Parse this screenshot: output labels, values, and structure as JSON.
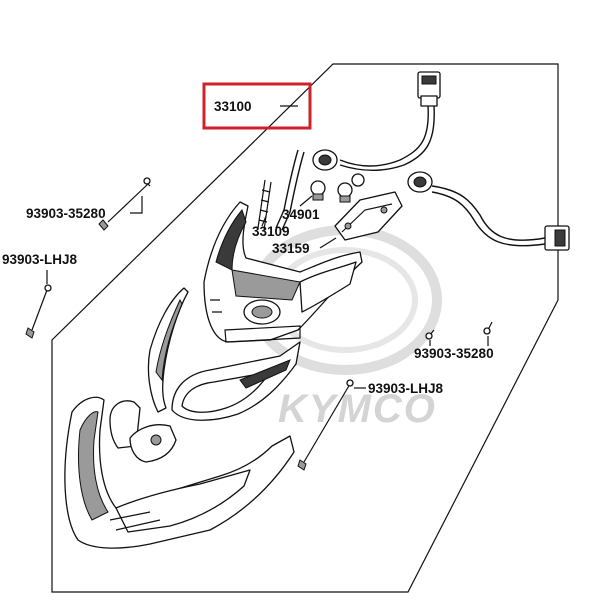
{
  "highlight_color": "#d0202a",
  "watermark": {
    "text": "KYMCO"
  },
  "callouts": [
    {
      "id": "c-33100",
      "number": "33100",
      "highlighted": true
    },
    {
      "id": "c-93903-35280-a",
      "number": "93903-35280",
      "highlighted": false
    },
    {
      "id": "c-93903-lhj8-a",
      "number": "93903-LHJ8",
      "highlighted": false
    },
    {
      "id": "c-34901",
      "number": "34901",
      "highlighted": false
    },
    {
      "id": "c-33109",
      "number": "33109",
      "highlighted": false
    },
    {
      "id": "c-33159",
      "number": "33159",
      "highlighted": false
    },
    {
      "id": "c-93903-35280-b",
      "number": "93903-35280",
      "highlighted": false
    },
    {
      "id": "c-93903-lhj8-b",
      "number": "93903-LHJ8",
      "highlighted": false
    }
  ]
}
